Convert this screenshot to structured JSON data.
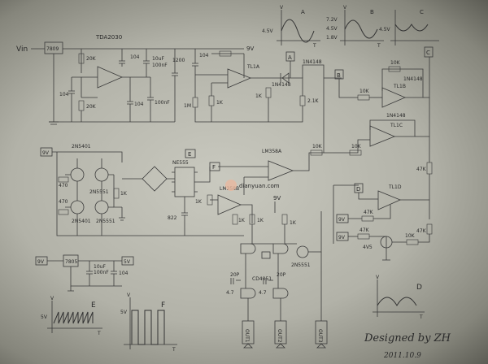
{
  "chips": {
    "reg_in": "7809",
    "tda": "TDA2030",
    "reg_low": "7805",
    "ne555": "NE555",
    "opamp1a": "TL1A",
    "opamp1b": "TL1B",
    "opamp2a": "LM358A",
    "opamp2b": "LM358B",
    "opamp3a": "TL1C",
    "opamp3b": "TL1D",
    "cd4051": "CD4051",
    "t1": "2N5401",
    "t2": "2N5551",
    "t3": "2N5401",
    "t4": "2N5551",
    "t5": "2N5551"
  },
  "supply": {
    "vin": "Vin",
    "v9": "9V",
    "v5": "5V"
  },
  "components": {
    "r20k_a": "20K",
    "r20k_b": "20K",
    "r10k_a": "10K",
    "c100_a": "100nF",
    "c100_b": "100nF",
    "c10u": "10uF",
    "c104_a": "104",
    "c104_b": "104",
    "c104_c": "104",
    "c104_d": "104",
    "r1200": "1200",
    "r1m": "1M",
    "r1k_a": "1K",
    "r1k_b": "1K",
    "r2k": "2.1K",
    "diode_a": "1N4148",
    "diode_b": "1N4148",
    "diode_c": "1N4148",
    "diode_d": "1N4148",
    "r10k_b": "10K",
    "r10k_c": "10K",
    "r10k_d": "10K",
    "r47k_a": "47K",
    "r47k_b": "47K",
    "r47k_c": "47K",
    "r47k_d": "47K",
    "r470_a": "470",
    "r470_b": "470",
    "c822": "822",
    "r1k_c": "1K",
    "r1k_d": "1K",
    "r1k_e": "1K",
    "r10k_e": "10K",
    "r4v5": "4V5",
    "c20p_a": "20P",
    "c20p_b": "20P",
    "r47_a": "4.7",
    "r47_b": "4.7"
  },
  "waves": {
    "a_label": "A",
    "a_v": "4.5V",
    "a_vaxis": "V",
    "a_taxis": "T",
    "b_label": "B",
    "b_v1": "7.2V",
    "b_v2": "4.5V",
    "b_v3": "1.8V",
    "b_vaxis": "V",
    "b_taxis": "T",
    "c_label": "C",
    "c_v": "4.5V",
    "d_label": "D",
    "d_vaxis": "V",
    "d_taxis": "T",
    "e_label": "E",
    "e_vaxis": "V",
    "e_taxis": "T",
    "f_label": "F",
    "f_vaxis": "V",
    "f_taxis": "T",
    "f_v": "5V",
    "e_v": "5V"
  },
  "nodes": {
    "a": "A",
    "b": "B",
    "c": "C",
    "d": "D",
    "f": "F",
    "e": "E"
  },
  "outputs": {
    "o1": "OUT1",
    "o2": "OUT2",
    "o3": "OUT3"
  },
  "watermark": "dianyuan.com",
  "signature": "Designed by ZH",
  "date": "2011.10.9"
}
